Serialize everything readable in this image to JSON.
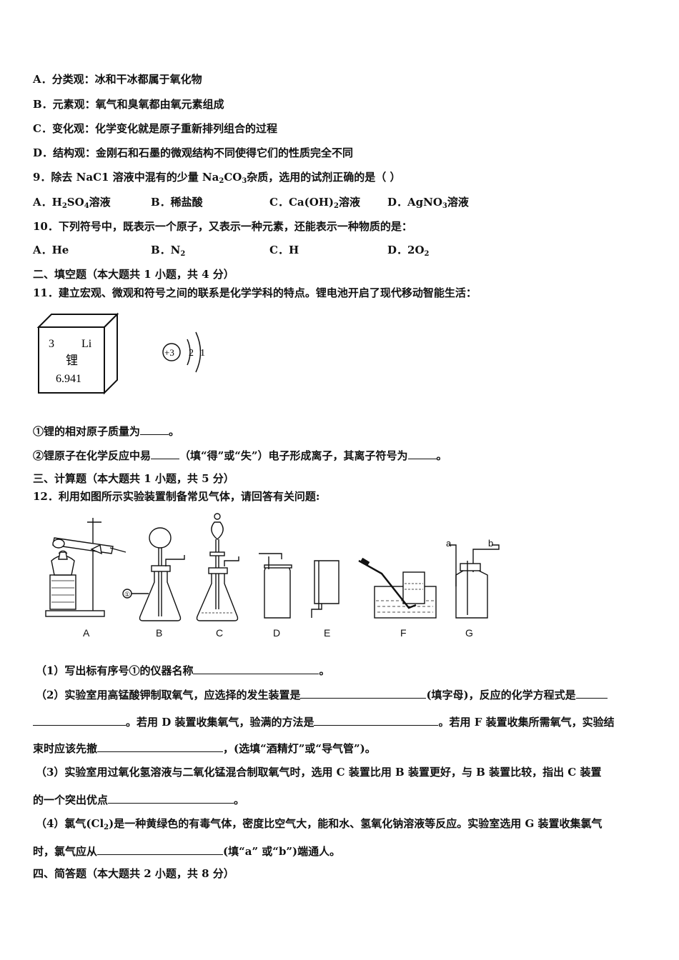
{
  "q8_options": {
    "a": "A．分类观：冰和干冰都属于氧化物",
    "b": "B．元素观：氧气和臭氧都由氧元素组成",
    "c": "C．变化观：化学变化就是原子重新排列组合的过程",
    "d": "D．结构观：金刚石和石墨的微观结构不同使得它们的性质完全不同"
  },
  "q9": {
    "stem_pre": "9．除去 NaC1 溶液中混有的少量 Na",
    "stem_mid": "CO",
    "stem_post": "杂质，选用的试剂正确的是（ ）",
    "a_pre": "A．H",
    "a_mid": "SO",
    "a_post": "溶液",
    "b": "B．稀盐酸",
    "c_pre": "C．Ca(OH)",
    "c_post": "溶液",
    "d_pre": "D．AgNO",
    "d_post": "溶液"
  },
  "q10": {
    "stem": "10．下列符号中，既表示一个原子，又表示一种元素，还能表示一种物质的是：",
    "a": "A．He",
    "b_pre": "B．N",
    "c": "C．H",
    "d_pre": "D．2O"
  },
  "section2": "二、填空题（本大题共 1 小题，共 4 分）",
  "q11": {
    "stem": "11．建立宏观、微观和符号之间的联系是化学学科的特点。锂电池开启了现代移动智能生活：",
    "element_number": "3",
    "element_symbol": "Li",
    "element_name": "锂",
    "element_mass": "6.941",
    "nucleus": "+3",
    "shell1": "2",
    "shell2": "1",
    "p1_pre": "①锂的相对原子质量为",
    "p1_post": "。",
    "p2_pre": "②锂原子在化学反应中易",
    "p2_mid": "（填“得”或“失”）电子形成离子，其离子符号为",
    "p2_post": "。"
  },
  "section3": "三、计算题（本大题共 1 小题，共 5 分）",
  "q12": {
    "stem": "12．利用如图所示实验装置制备常见气体，请回答有关问题:",
    "labels": [
      "A",
      "B",
      "C",
      "D",
      "E",
      "F",
      "G"
    ],
    "mark1": "①",
    "label_a": "a",
    "label_b": "b",
    "p1_pre": "（1）写出标有序号①的仪器名称",
    "p1_post": "。",
    "p2_pre": "（2）实验室用高锰酸钾制取氧气，应选择的发生装置是",
    "p2_mid": "(填字母)，反应的化学方程式是",
    "p2b_mid": "。若用 D 装置收集氧气，验满的方法是",
    "p2b_post": "。若用 F 装置收集所需氧气，实验结",
    "p2c_pre": "束时应该先撤",
    "p2c_post": "，(选填“酒精灯”或“导气管”)。",
    "p3": "（3）实验室用过氧化氢溶液与二氧化锰混合制取氧气时，选用 C 装置比用 B 装置更好，与 B 装置比较，指出 C 装置",
    "p3b_pre": "的一个突出优点",
    "p3b_post": "。",
    "p4_pre": "（4）氯气(Cl",
    "p4_post": ")是一种黄绿色的有毒气体，密度比空气大，能和水、氢氧化钠溶液等反应。实验室选用 G 装置收集氯气",
    "p4b_pre": "时，氯气应从",
    "p4b_post": "(填“a” 或“b”)端通人。"
  },
  "section4": "四、简答题（本大题共 2 小题，共 8 分）"
}
